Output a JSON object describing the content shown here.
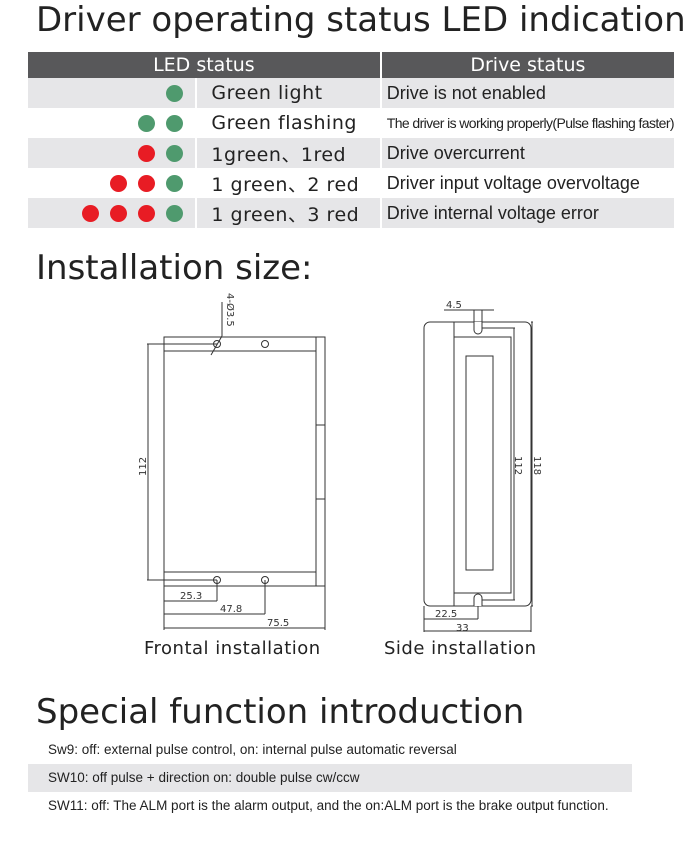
{
  "title": "Driver operating status LED indication",
  "table": {
    "headers": [
      "LED status",
      "Drive status"
    ],
    "rows": [
      {
        "leds": [
          "green"
        ],
        "led_text": "Green light",
        "drive_status": "Drive is not enabled"
      },
      {
        "leds": [
          "green",
          "green"
        ],
        "led_text": "Green flashing",
        "drive_status": "The driver is working properly(Pulse flashing faster)"
      },
      {
        "leds": [
          "red",
          "green"
        ],
        "led_text": "1green、1red",
        "drive_status": "Drive overcurrent"
      },
      {
        "leds": [
          "red",
          "red",
          "green"
        ],
        "led_text": "1 green、2 red",
        "drive_status": "Driver input voltage overvoltage"
      },
      {
        "leds": [
          "red",
          "red",
          "red",
          "green"
        ],
        "led_text": "1 green、3 red",
        "drive_status": "Drive internal voltage error"
      }
    ]
  },
  "colors": {
    "green": "#4f9a6e",
    "red": "#e81c24",
    "header": "#58585a"
  },
  "install": {
    "title": "Installation size:",
    "front": {
      "caption": "Frontal installation",
      "hole": "4-Ø3.5",
      "height": "112",
      "d1": "25.3",
      "d2": "47.8",
      "width": "75.5"
    },
    "side": {
      "caption": "Side installation",
      "slot": "4.5",
      "h1": "112",
      "h2": "118",
      "d1": "22.5",
      "depth": "33"
    }
  },
  "special": {
    "title": "Special function introduction",
    "items": [
      "Sw9: off: external pulse control, on: internal pulse automatic reversal",
      "SW10: off pulse + direction on: double pulse cw/ccw",
      "SW11: off: The ALM port is the alarm output, and the on:ALM port is the brake output function."
    ]
  }
}
